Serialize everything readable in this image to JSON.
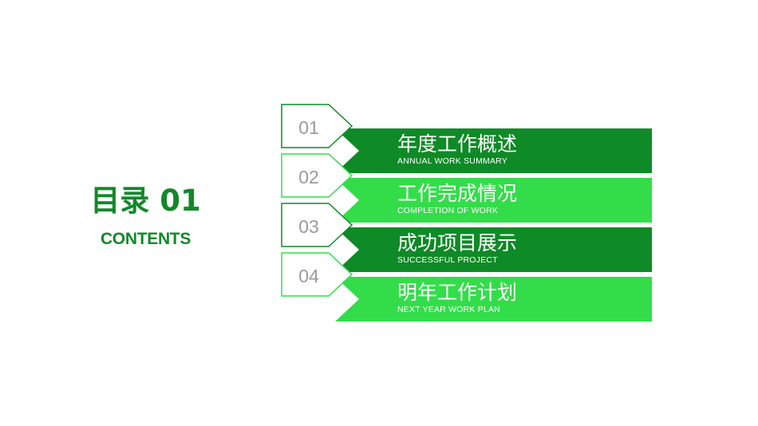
{
  "heading": {
    "title": "目录 01",
    "subtitle": "CONTENTS"
  },
  "colors": {
    "brand_green": "#12882a",
    "dark_green": "#0e8a26",
    "light_green": "#33dd49",
    "number_gray": "#9a9a9a"
  },
  "items": [
    {
      "number": "01",
      "title": "年度工作概述",
      "subtitle": "ANNUAL WORK SUMMARY",
      "tone": "dark"
    },
    {
      "number": "02",
      "title": "工作完成情况",
      "subtitle": "COMPLETION OF WORK",
      "tone": "light"
    },
    {
      "number": "03",
      "title": "成功项目展示",
      "subtitle": "SUCCESSFUL PROJECT",
      "tone": "dark"
    },
    {
      "number": "04",
      "title": "明年工作计划",
      "subtitle": "NEXT YEAR WORK PLAN",
      "tone": "light"
    }
  ]
}
